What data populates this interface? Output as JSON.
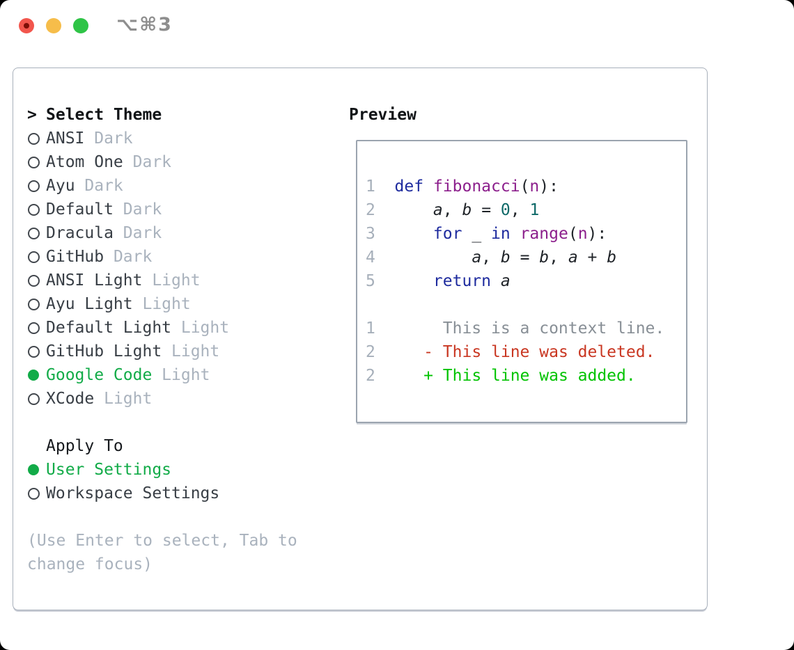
{
  "colors": {
    "accent_green": "#12ab48",
    "diff_red": "#c93722",
    "diff_green": "#00c300",
    "keyword_blue": "#1e2b9e",
    "function_purple": "#8c1f8c",
    "literal_teal": "#0e6968",
    "traffic_red": "#f2564d",
    "traffic_yellow": "#f6bd4a",
    "traffic_green": "#2fc447"
  },
  "titlebar": {
    "shortcut_label": "⌥⌘3"
  },
  "theme_panel": {
    "rows": [
      {
        "type": "header",
        "prompt": ">",
        "label": "Select Theme"
      },
      {
        "type": "theme",
        "name": "ANSI",
        "variant": "Dark",
        "selected": false
      },
      {
        "type": "theme",
        "name": "Atom One",
        "variant": "Dark",
        "selected": false
      },
      {
        "type": "theme",
        "name": "Ayu",
        "variant": "Dark",
        "selected": false
      },
      {
        "type": "theme",
        "name": "Default",
        "variant": "Dark",
        "selected": false
      },
      {
        "type": "theme",
        "name": "Dracula",
        "variant": "Dark",
        "selected": false
      },
      {
        "type": "theme",
        "name": "GitHub",
        "variant": "Dark",
        "selected": false
      },
      {
        "type": "theme",
        "name": "ANSI Light",
        "variant": "Light",
        "selected": false
      },
      {
        "type": "theme",
        "name": "Ayu Light",
        "variant": "Light",
        "selected": false
      },
      {
        "type": "theme",
        "name": "Default Light",
        "variant": "Light",
        "selected": false
      },
      {
        "type": "theme",
        "name": "GitHub Light",
        "variant": "Light",
        "selected": false
      },
      {
        "type": "theme",
        "name": "Google Code",
        "variant": "Light",
        "selected": true
      },
      {
        "type": "theme",
        "name": "XCode",
        "variant": "Light",
        "selected": false
      },
      {
        "type": "blank"
      },
      {
        "type": "subheader",
        "label": "Apply To"
      },
      {
        "type": "option",
        "label": "User Settings",
        "selected": true
      },
      {
        "type": "option",
        "label": "Workspace Settings",
        "selected": false
      },
      {
        "type": "blank"
      },
      {
        "type": "help",
        "text": "(Use Enter to select, Tab to"
      },
      {
        "type": "help",
        "text": "change focus)"
      }
    ]
  },
  "preview": {
    "title": "Preview",
    "lines": [
      {
        "num": "1",
        "tokens": [
          {
            "t": "def",
            "c": "kw"
          },
          {
            "t": " ",
            "c": "pl"
          },
          {
            "t": "fibonacci",
            "c": "fn"
          },
          {
            "t": "(",
            "c": "pl"
          },
          {
            "t": "n",
            "c": "fn"
          },
          {
            "t": "):",
            "c": "pl"
          }
        ]
      },
      {
        "num": "2",
        "tokens": [
          {
            "t": "    ",
            "c": "pl"
          },
          {
            "t": "a",
            "c": "var"
          },
          {
            "t": ", ",
            "c": "pl"
          },
          {
            "t": "b",
            "c": "var"
          },
          {
            "t": " = ",
            "c": "pl"
          },
          {
            "t": "0",
            "c": "lit"
          },
          {
            "t": ", ",
            "c": "pl"
          },
          {
            "t": "1",
            "c": "lit"
          }
        ]
      },
      {
        "num": "3",
        "tokens": [
          {
            "t": "    ",
            "c": "pl"
          },
          {
            "t": "for",
            "c": "kw"
          },
          {
            "t": " _ ",
            "c": "pl"
          },
          {
            "t": "in",
            "c": "kw"
          },
          {
            "t": " ",
            "c": "pl"
          },
          {
            "t": "range",
            "c": "fn"
          },
          {
            "t": "(",
            "c": "pl"
          },
          {
            "t": "n",
            "c": "fn"
          },
          {
            "t": "):",
            "c": "pl"
          }
        ]
      },
      {
        "num": "4",
        "tokens": [
          {
            "t": "        ",
            "c": "pl"
          },
          {
            "t": "a",
            "c": "var"
          },
          {
            "t": ", ",
            "c": "pl"
          },
          {
            "t": "b",
            "c": "var"
          },
          {
            "t": " = ",
            "c": "pl"
          },
          {
            "t": "b",
            "c": "var"
          },
          {
            "t": ", ",
            "c": "pl"
          },
          {
            "t": "a",
            "c": "var"
          },
          {
            "t": " + ",
            "c": "pl"
          },
          {
            "t": "b",
            "c": "var"
          }
        ]
      },
      {
        "num": "5",
        "tokens": [
          {
            "t": "    ",
            "c": "pl"
          },
          {
            "t": "return",
            "c": "kw"
          },
          {
            "t": " ",
            "c": "pl"
          },
          {
            "t": "a",
            "c": "var"
          }
        ]
      },
      {
        "num": "",
        "tokens": []
      },
      {
        "num": "1",
        "tokens": [
          {
            "t": "     This is a context line.",
            "c": "ctx"
          }
        ]
      },
      {
        "num": "2",
        "tokens": [
          {
            "t": "   ",
            "c": "pl"
          },
          {
            "t": "- This line was deleted.",
            "c": "del"
          }
        ]
      },
      {
        "num": "2",
        "tokens": [
          {
            "t": "   ",
            "c": "pl"
          },
          {
            "t": "+ This line was added.",
            "c": "add"
          }
        ]
      }
    ]
  }
}
